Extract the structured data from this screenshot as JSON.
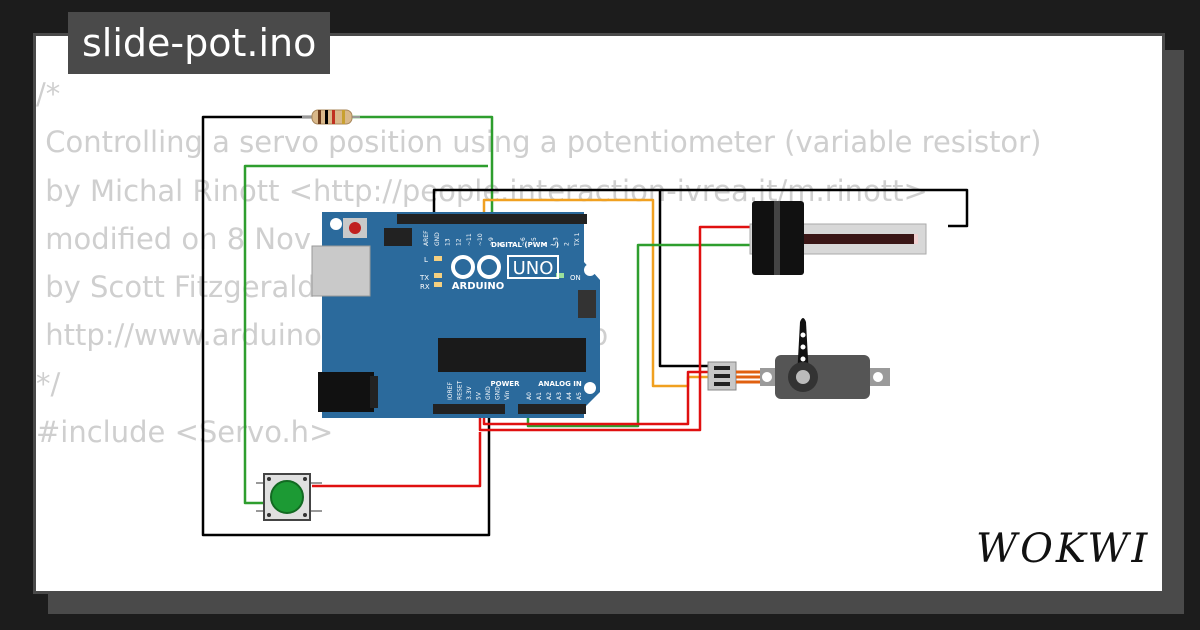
{
  "title": "slide-pot.ino",
  "code_lines": [
    "/*",
    " Controlling a servo position using a potentiometer (variable resistor)",
    " by Michal Rinott <http://people.interaction-ivrea.it/m.rinott>",
    "",
    " modified on 8 Nov 2013",
    " by Scott Fitzgerald",
    " http://www.arduino.cc/en/Tutorial/Knob",
    "*/",
    "",
    "#include <Servo.h>"
  ],
  "board": {
    "name": "UNO",
    "brand": "ARDUINO",
    "digital_label": "DIGITAL (PWM ~)",
    "power_label": "POWER",
    "analog_label": "ANALOG IN",
    "on_label": "ON",
    "tx_label": "TX",
    "rx_label": "RX",
    "l_label": "L",
    "top_pins": [
      "AREF",
      "GND",
      "13",
      "12",
      "~11",
      "~10",
      "~9",
      "8",
      "7",
      "~6",
      "~5",
      "4",
      "~3",
      "2",
      "TX 1",
      "RX 0"
    ],
    "power_pins": [
      "IOREF",
      "RESET",
      "3.3V",
      "5V",
      "GND",
      "GND",
      "Vin"
    ],
    "analog_pins": [
      "A0",
      "A1",
      "A2",
      "A3",
      "A4",
      "A5"
    ]
  },
  "brand_logo": "WOKWI",
  "colors": {
    "board": "#2b6a9c",
    "wire_black": "#000000",
    "wire_green": "#2e9e2e",
    "wire_red": "#e01010",
    "wire_orange": "#f0a020",
    "button": "#1c9a34"
  }
}
